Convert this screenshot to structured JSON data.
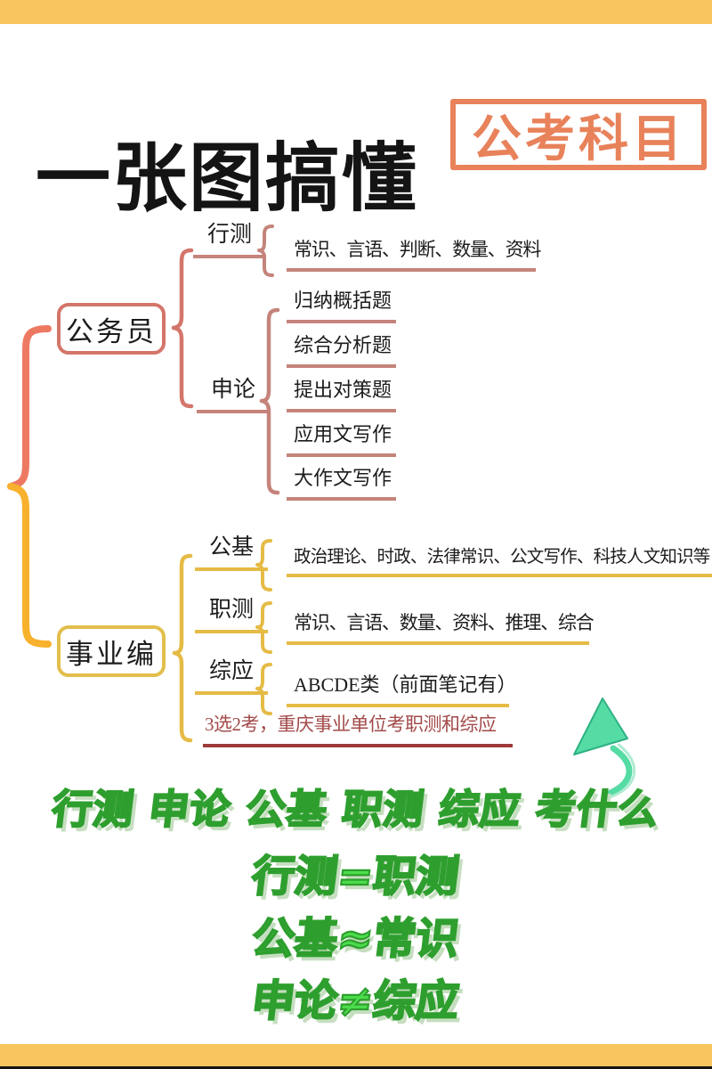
{
  "header": {
    "title": "一张图搞懂",
    "badge": "公考科目",
    "badge_color": "#E8825A"
  },
  "tree": {
    "groups": [
      {
        "box": "公务员",
        "box_color": "#D4756A",
        "branches": [
          {
            "label": "行测",
            "items": [
              "常识、言语、判断、数量、资料"
            ]
          },
          {
            "label": "申论",
            "items": [
              "归纳概括题",
              "综合分析题",
              "提出对策题",
              "应用文写作",
              "大作文写作"
            ]
          }
        ]
      },
      {
        "box": "事业编",
        "box_color": "#E2BE4C",
        "branches": [
          {
            "label": "公基",
            "items": [
              "政治理论、时政、法律常识、公文写作、科技人文知识等"
            ]
          },
          {
            "label": "职测",
            "items": [
              "常识、言语、数量、资料、推理、综合"
            ]
          },
          {
            "label": "综应",
            "items": [
              "ABCDE类（前面笔记有）"
            ]
          }
        ],
        "note": "3选2考，重庆事业单位考职测和综应"
      }
    ]
  },
  "footer": {
    "lines": [
      "行测 申论 公基 职测 综应 考什么",
      "行测=职测",
      "公基≈常识",
      "申论≠综应"
    ],
    "text_color": "#4BDC4B"
  },
  "icons": {
    "arrow": "curved-up-arrow"
  },
  "colors": {
    "top_bar": "#F8C55F",
    "bottom_bar": "#F8C55F",
    "underline_red": "#C5847B",
    "underline_yellow": "#E5BB45",
    "brace_red_big": "#EE7963",
    "brace_yellow_big": "#F8B12D",
    "brace_red_small": "#D4756A",
    "note_red": "#A34A4A",
    "arrow_mint": "#55DBA4"
  }
}
